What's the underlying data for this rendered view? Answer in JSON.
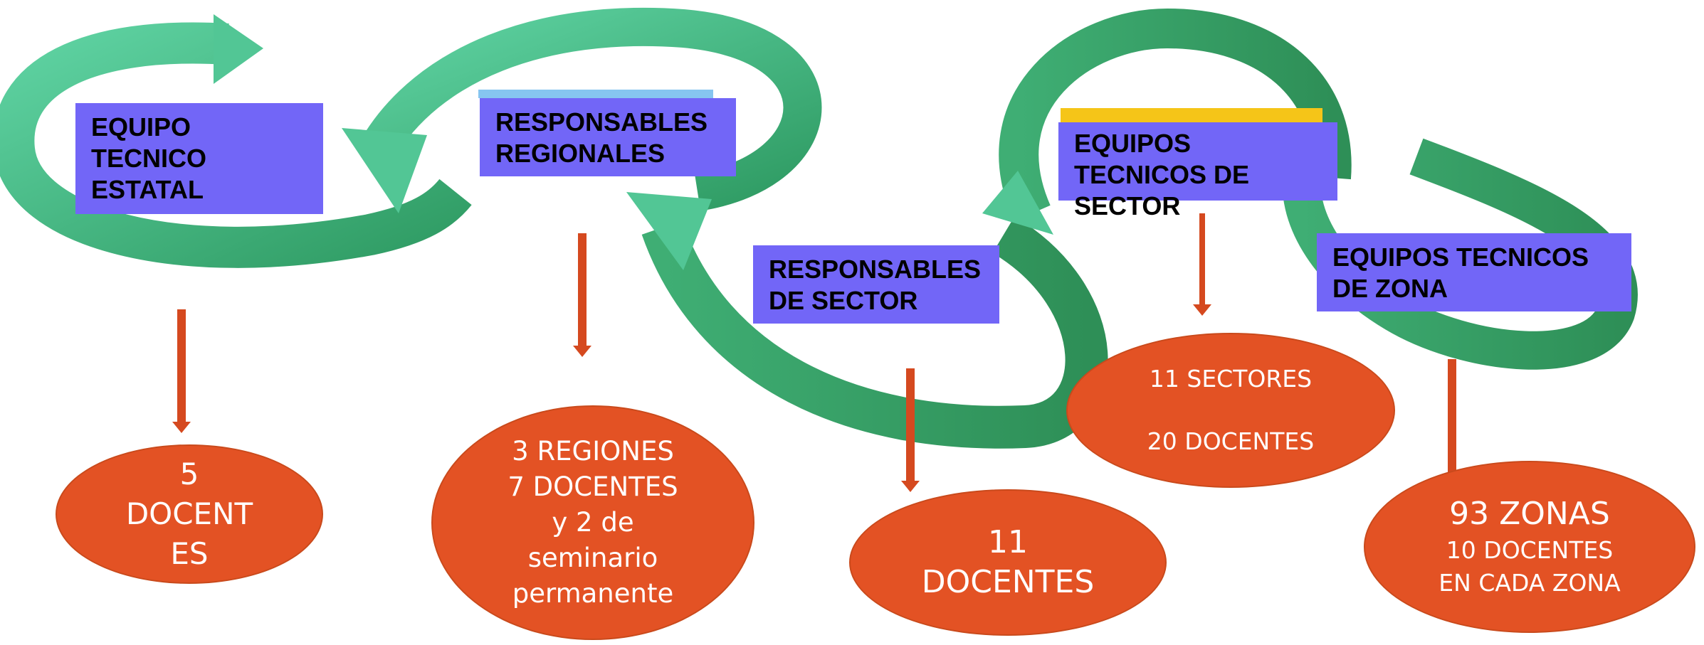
{
  "colors": {
    "box_fill": "#7266f7",
    "oval_fill": "#e35224",
    "arrow_red": "#d5491f",
    "loop_green": "#4fbf8a",
    "accent_yellow": "#f5c518"
  },
  "roles": [
    {
      "lines": [
        "EQUIPO",
        "TECNICO",
        "ESTATAL"
      ]
    },
    {
      "lines": [
        "RESPONSABLES",
        "REGIONALES"
      ]
    },
    {
      "lines": [
        "RESPONSABLES",
        "DE SECTOR"
      ]
    },
    {
      "lines": [
        "EQUIPOS",
        "TECNICOS DE",
        "SECTOR"
      ]
    },
    {
      "lines": [
        "EQUIPOS TECNICOS",
        "DE ZONA"
      ]
    }
  ],
  "counts": [
    {
      "lines": [
        "5",
        "DOCENT",
        "ES"
      ]
    },
    {
      "lines": [
        "3 REGIONES",
        "7 DOCENTES",
        "y 2 de",
        "seminario",
        "permanente"
      ]
    },
    {
      "lines": [
        "11",
        "DOCENTES"
      ]
    },
    {
      "lines": [
        "11 SECTORES",
        "",
        "20 DOCENTES"
      ]
    },
    {
      "lines": [
        "93 ZONAS",
        "10 DOCENTES",
        "EN CADA ZONA"
      ]
    }
  ]
}
